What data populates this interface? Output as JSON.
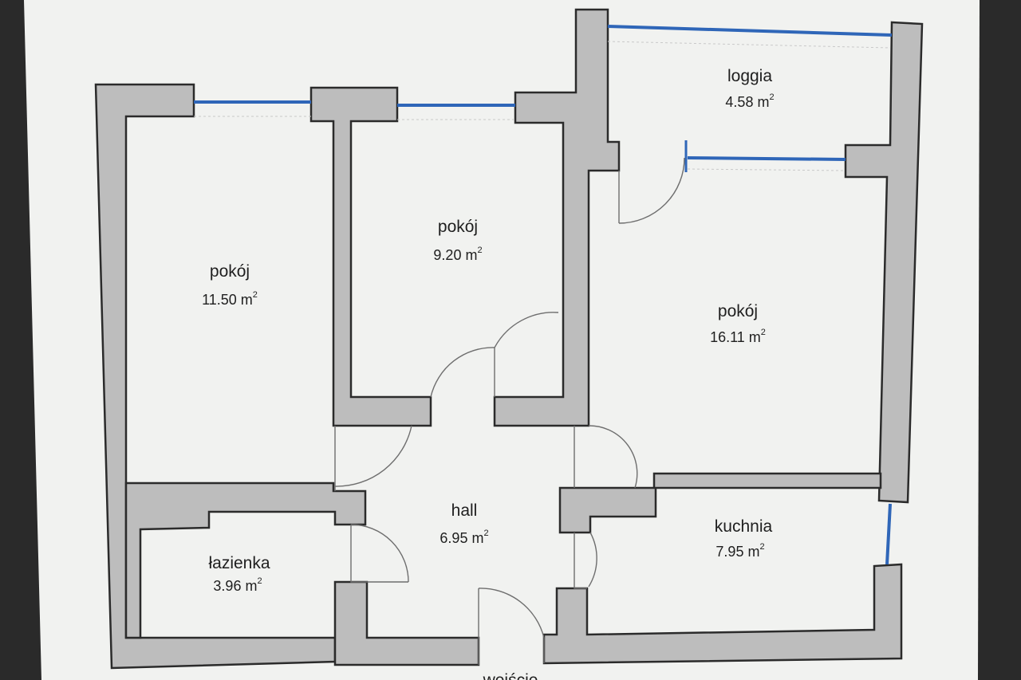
{
  "rooms": [
    {
      "id": "room-1",
      "name": "pokój",
      "area": "11.50 m",
      "sup": "2"
    },
    {
      "id": "room-2",
      "name": "pokój",
      "area": "9.20 m",
      "sup": "2"
    },
    {
      "id": "room-3",
      "name": "pokój",
      "area": "16.11 m",
      "sup": "2"
    },
    {
      "id": "loggia",
      "name": "loggia",
      "area": "4.58 m",
      "sup": "2"
    },
    {
      "id": "hall",
      "name": "hall",
      "area": "6.95 m",
      "sup": "2"
    },
    {
      "id": "kitchen",
      "name": "kuchnia",
      "area": "7.95 m",
      "sup": "2"
    },
    {
      "id": "bathroom",
      "name": "łazienka",
      "area": "3.96 m",
      "sup": "2"
    }
  ],
  "entrance": {
    "label": "wejście"
  },
  "colors": {
    "paper": "#f1f2f0",
    "wall_fill": "#bdbdbd",
    "wall_outline": "#2b2b2b",
    "window": "#2f66b8",
    "bezel": "#2a2a2a"
  }
}
